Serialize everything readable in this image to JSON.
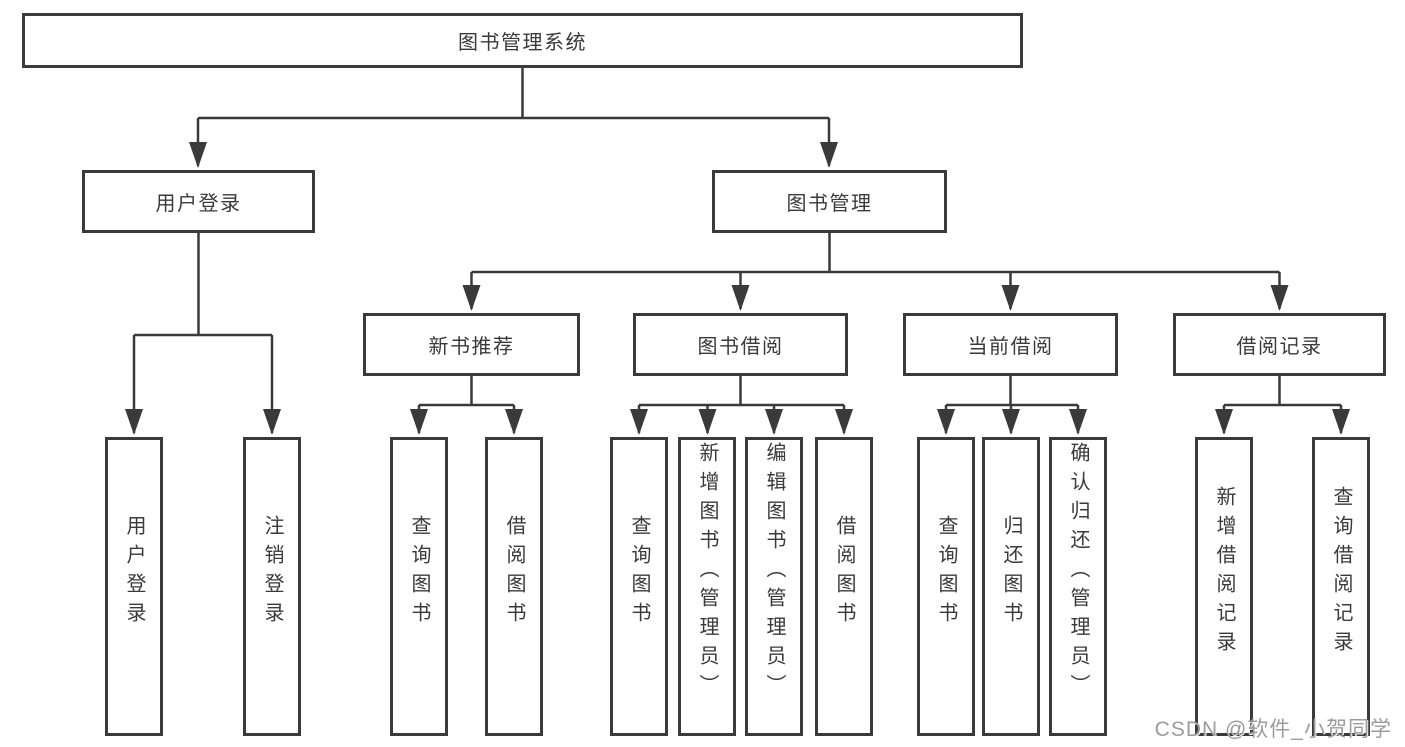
{
  "diagram": {
    "type": "hierarchy-tree",
    "root": {
      "label": "图书管理系统"
    },
    "branches": [
      {
        "label": "用户登录",
        "children": [
          "用户登录",
          "注销登录"
        ]
      },
      {
        "label": "图书管理",
        "children": [
          {
            "label": "新书推荐",
            "children": [
              "查询图书",
              "借阅图书"
            ]
          },
          {
            "label": "图书借阅",
            "children": [
              "查询图书",
              "新增图书（管理员）",
              "编辑图书（管理员）",
              "借阅图书"
            ]
          },
          {
            "label": "当前借阅",
            "children": [
              "查询图书",
              "归还图书",
              "确认归还（管理员）"
            ]
          },
          {
            "label": "借阅记录",
            "children": [
              "新增借阅记录",
              "查询借阅记录"
            ]
          }
        ]
      }
    ]
  },
  "watermark": "CSDN @软件_小贺同学",
  "colors": {
    "line": "#3a3a3a",
    "text": "#3a3a3a",
    "bg": "#ffffff",
    "watermark": "#9c9c9c"
  }
}
